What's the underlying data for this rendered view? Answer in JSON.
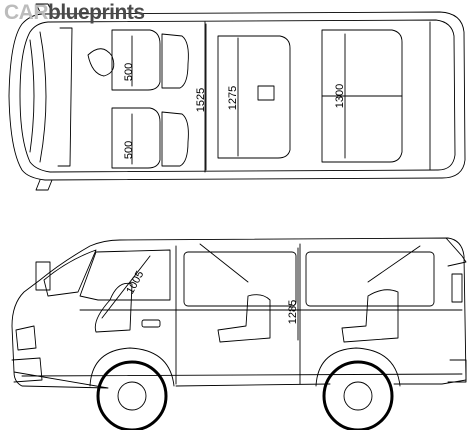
{
  "logo": {
    "part1": "CAR",
    "part2": "blueprints"
  },
  "top_view": {
    "dims": [
      "500",
      "500",
      "1525",
      "1275",
      "1300"
    ]
  },
  "side_view": {
    "dims": [
      "1005",
      "1285"
    ]
  },
  "colors": {
    "line": "#000000",
    "logo_light": "#bcbcbc",
    "logo_dark": "#4a4a4a"
  }
}
